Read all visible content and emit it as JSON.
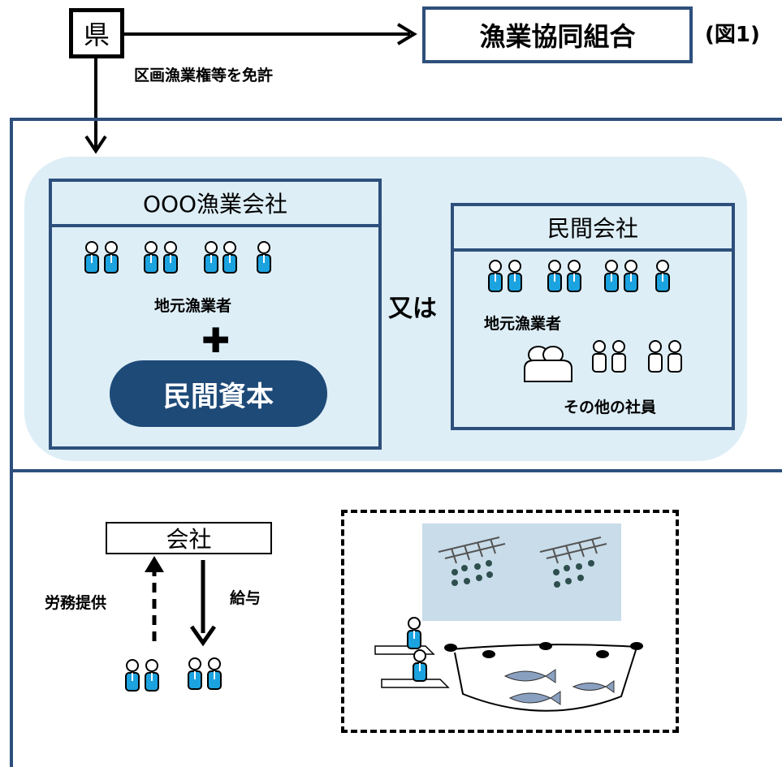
{
  "prefecture": {
    "label": "県"
  },
  "cooperative": {
    "label": "漁業協同組合"
  },
  "figure_label": "(図1)",
  "license_label": "区画漁業権等を免許",
  "company_a": {
    "title": "OOO漁業会社",
    "members_label": "地元漁業者",
    "capital_label": "民間資本"
  },
  "or_label": "又は",
  "company_b": {
    "title": "民間会社",
    "members_label": "地元漁業者",
    "others_label": "その他の社員"
  },
  "lower": {
    "company_label": "会社",
    "labor_label": "労務提供",
    "salary_label": "給与"
  },
  "colors": {
    "navy": "#2d4f7c",
    "capital": "#1e4a78",
    "pale_blue": "#ddeef6",
    "person_blue": "#1ba3e0"
  }
}
